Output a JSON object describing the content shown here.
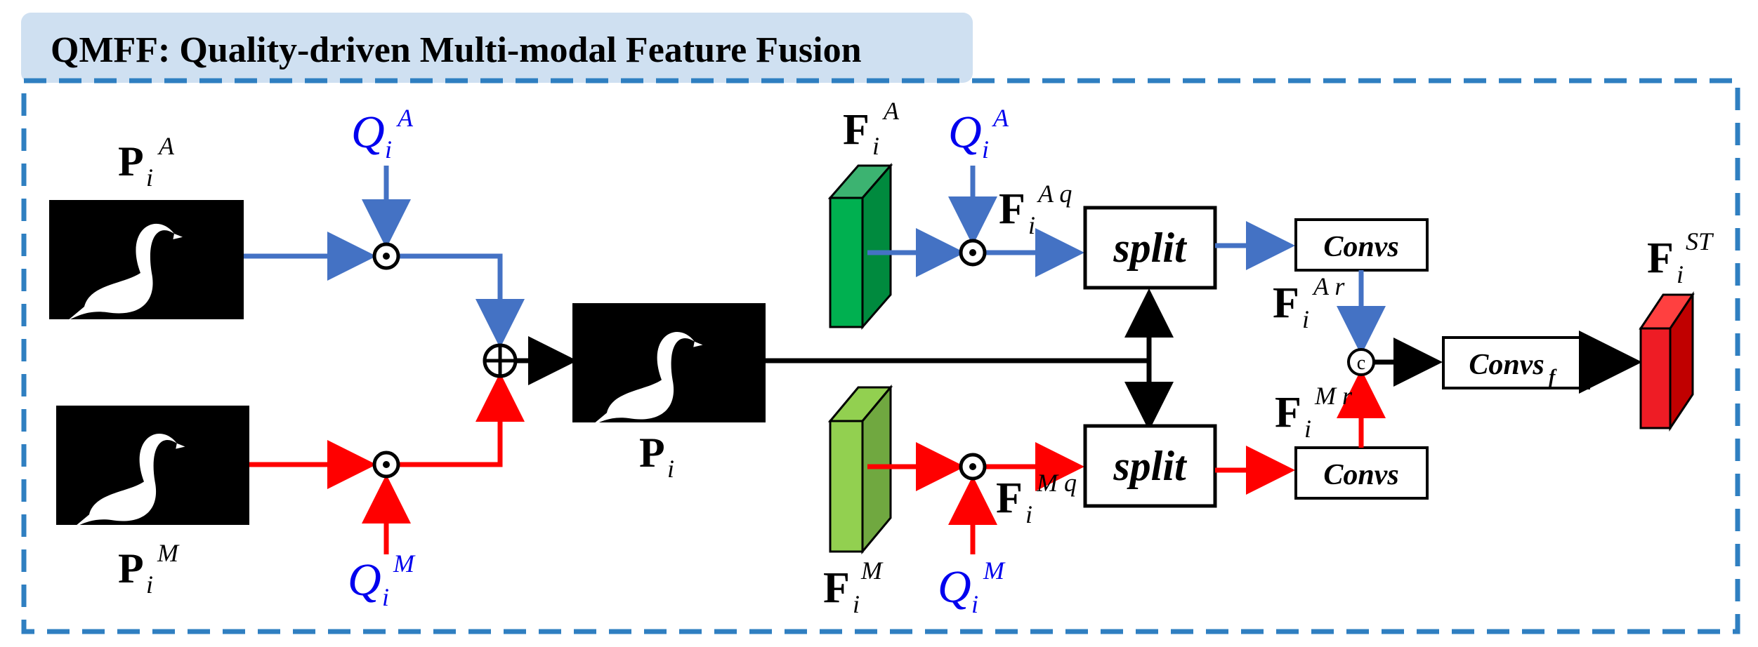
{
  "title": "QMFF: Quality-driven Multi-modal Feature Fusion",
  "colors": {
    "title_bg": "#cfe0f1",
    "frame": "#2f7fc1",
    "blue_arrow": "#4472c4",
    "red_arrow": "#ff0000",
    "quality_text": "#0000ee",
    "block_top_green": "#3cb371",
    "block_top_light": "#92d050",
    "block_red": "#ee1c25"
  },
  "labels": {
    "P_A": {
      "base": "P",
      "sub": "i",
      "sup": "A"
    },
    "P_M": {
      "base": "P",
      "sub": "i",
      "sup": "M"
    },
    "P_fused": {
      "base": "P",
      "sub": "i",
      "sup": ""
    },
    "Q_A_left": {
      "base": "Q",
      "sub": "i",
      "sup": "A"
    },
    "Q_M_left": {
      "base": "Q",
      "sub": "i",
      "sup": "M"
    },
    "F_A": {
      "base": "F",
      "sub": "i",
      "sup": "A"
    },
    "F_M": {
      "base": "F",
      "sub": "i",
      "sup": "M"
    },
    "Q_A_right": {
      "base": "Q",
      "sub": "i",
      "sup": "A"
    },
    "Q_M_right": {
      "base": "Q",
      "sub": "i",
      "sup": "M"
    },
    "F_Aq": {
      "base": "F",
      "sub": "i",
      "sup": "A q"
    },
    "F_Mq": {
      "base": "F",
      "sub": "i",
      "sup": "M q"
    },
    "F_Ar": {
      "base": "F",
      "sub": "i",
      "sup": "A r"
    },
    "F_Mr": {
      "base": "F",
      "sub": "i",
      "sup": "M r"
    },
    "F_ST": {
      "base": "F",
      "sub": "i",
      "sup": "ST"
    }
  },
  "boxes": {
    "split_top": "split",
    "split_bottom": "split",
    "convs_top": "Convs",
    "convs_bottom": "Convs",
    "convs_f": {
      "base": "Convs",
      "sub": "f"
    }
  },
  "operators": {
    "hadamard": "⊙",
    "add": "⊕",
    "concat": "c"
  },
  "icons": {
    "mask_image": "swan-silhouette-mask"
  }
}
